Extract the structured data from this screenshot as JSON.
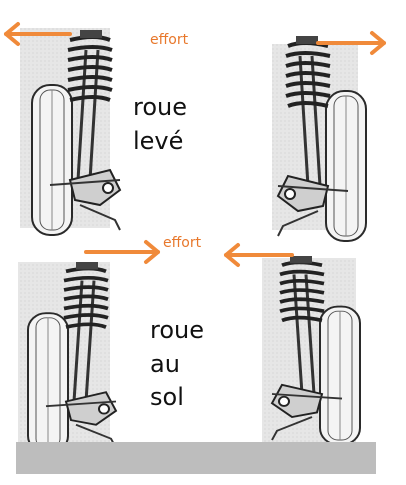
{
  "colors": {
    "arrow": "#f08a3a",
    "effort_text": "#e8782c",
    "photo_bg": "#e7e7e7",
    "ground": "#bdbdbd"
  },
  "labels": {
    "effort_top": "effort",
    "effort_middle": "effort",
    "top_line1": "roue",
    "top_line2": "levé",
    "bottom_line1": "roue",
    "bottom_line2": "au",
    "bottom_line3": "sol"
  },
  "icons": {
    "arrow_top_left": "arrow-left",
    "arrow_top_right": "arrow-right",
    "arrow_mid_left": "arrow-right",
    "arrow_mid_right": "arrow-left"
  }
}
